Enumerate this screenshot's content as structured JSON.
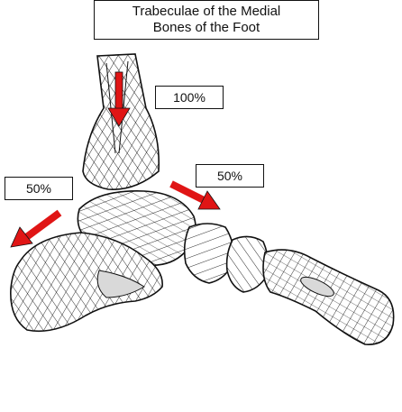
{
  "title": {
    "line1": "Trabeculae of the Medial",
    "line2": "Bones of the Foot"
  },
  "labels": {
    "tibia": "100%",
    "heel": "50%",
    "forefoot": "50%"
  },
  "colors": {
    "arrow": "#e01515",
    "line": "#111111",
    "bone_fill": "#ffffff",
    "shade": "#d9d9d9"
  }
}
